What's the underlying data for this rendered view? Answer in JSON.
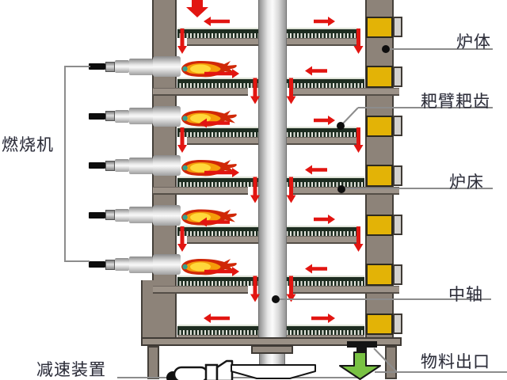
{
  "diagram": {
    "background": "#ffffff",
    "labels": {
      "burner": "燃烧机",
      "furnace_body": "炉体",
      "rake_arm_teeth": "耙臂耙齿",
      "hearth": "炉床",
      "central_shaft": "中轴",
      "reducer": "减速装置",
      "material_outlet": "物料出口"
    },
    "structure": {
      "hearth_count": 7,
      "burner_count": 5,
      "wall_port_count": 7,
      "hearth_levels": [
        {
          "index": 1,
          "drop": "periphery"
        },
        {
          "index": 2,
          "drop": "center"
        },
        {
          "index": 3,
          "drop": "periphery"
        },
        {
          "index": 4,
          "drop": "center"
        },
        {
          "index": 5,
          "drop": "periphery"
        },
        {
          "index": 6,
          "drop": "center"
        },
        {
          "index": 7,
          "drop": "outlet"
        }
      ]
    },
    "colors": {
      "wall": "#8d8379",
      "hearth_floor": "#9c9288",
      "rake_bar": "#1d2c20",
      "wall_port": "#e3b306",
      "flow_arrow": "#e21511",
      "outlet_arrow": "#79c243",
      "flame_outer": "#d02807",
      "flame_mid": "#f59d0a",
      "flame_core": "#ffd83a",
      "flame_pilot": "#35a08d",
      "label_text": "#2d2d35",
      "leader_line": "#8c8c8c"
    }
  }
}
